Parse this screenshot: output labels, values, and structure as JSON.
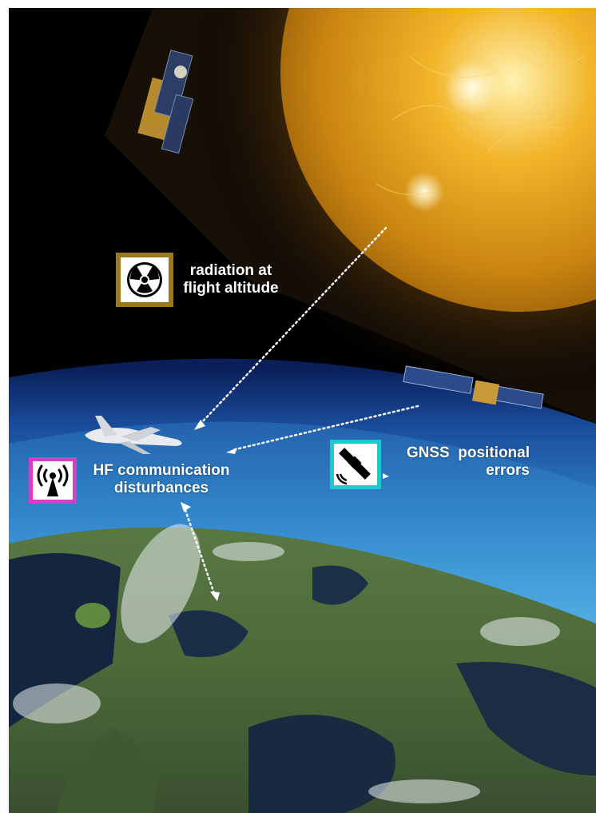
{
  "labels": {
    "radiation_line1": "radiation at",
    "radiation_line2": "flight altitude",
    "hf_line1": "HF communication",
    "hf_line2": "disturbances",
    "gnss_line1": "GNSS  positional",
    "gnss_line2": "errors"
  },
  "page_number": "4",
  "colors": {
    "radiation_frame": "#9b7a1e",
    "hf_frame": "#d23fc9",
    "gnss_frame": "#1fc7d0",
    "sun": "#e8a317",
    "sky": "#1a4f9a",
    "arrow": "#ffffff"
  },
  "icons": {
    "radiation": "radiation-icon",
    "hf": "antenna-icon",
    "gnss": "satellite-icon"
  }
}
